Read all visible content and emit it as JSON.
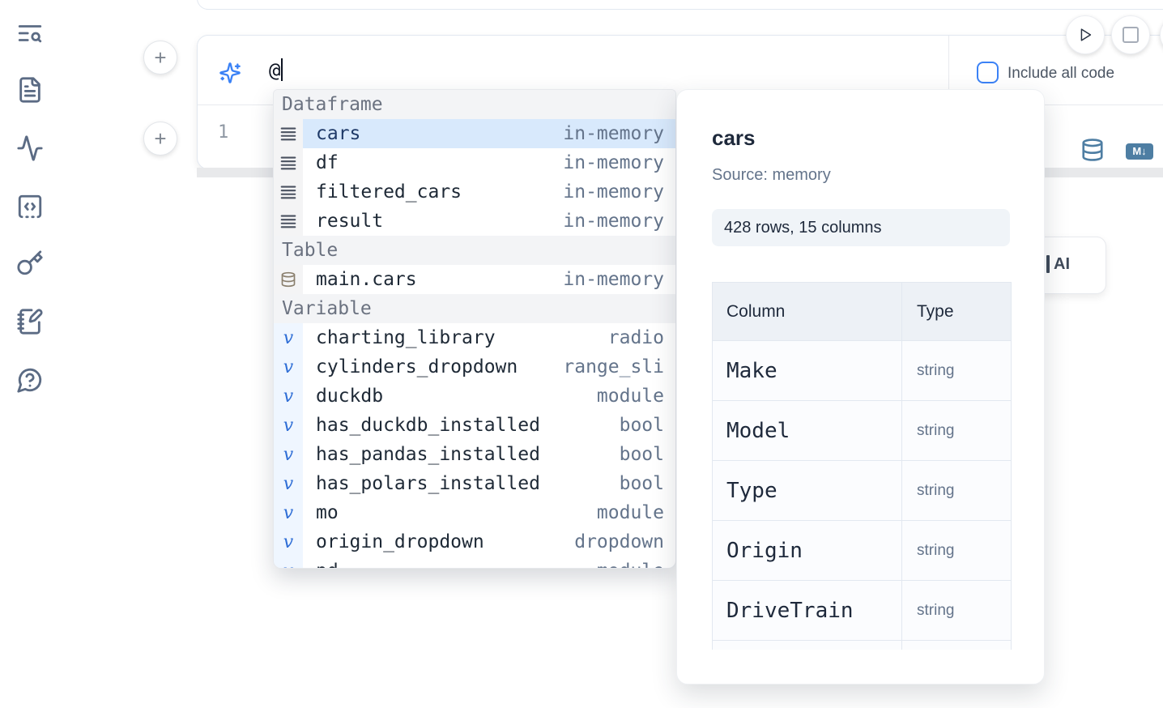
{
  "colors": {
    "accent_blue": "#3b82f6",
    "steel_blue_icons": "#4e7ea3",
    "selected_item_bg": "#d8e9fc"
  },
  "sidebar": {
    "icons": [
      "text-search-icon",
      "file-text-icon",
      "activity-icon",
      "snippets-code-icon",
      "key-icon",
      "notebook-pen-icon",
      "help-chat-icon"
    ]
  },
  "toolbar": {
    "add_cell_glyph": "+"
  },
  "ai": {
    "prompt_value": "@",
    "include_all_code_label": "Include all code",
    "include_all_code_checked": false,
    "partial_button_visible_label": "AI"
  },
  "editor": {
    "line_number": "1",
    "markdown_badge_label": "M↓"
  },
  "completion": {
    "variable_icon_glyph": "v",
    "sections": [
      {
        "label": "Dataframe",
        "kind": "dataframe",
        "items": [
          {
            "name": "cars",
            "detail": "in-memory",
            "selected": true
          },
          {
            "name": "df",
            "detail": "in-memory"
          },
          {
            "name": "filtered_cars",
            "detail": "in-memory"
          },
          {
            "name": "result",
            "detail": "in-memory"
          }
        ]
      },
      {
        "label": "Table",
        "kind": "table",
        "items": [
          {
            "name": "main.cars",
            "detail": "in-memory"
          }
        ]
      },
      {
        "label": "Variable",
        "kind": "variable",
        "items": [
          {
            "name": "charting_library",
            "detail": "radio"
          },
          {
            "name": "cylinders_dropdown",
            "detail": "range_sli"
          },
          {
            "name": "duckdb",
            "detail": "module"
          },
          {
            "name": "has_duckdb_installed",
            "detail": "bool"
          },
          {
            "name": "has_pandas_installed",
            "detail": "bool"
          },
          {
            "name": "has_polars_installed",
            "detail": "bool"
          },
          {
            "name": "mo",
            "detail": "module"
          },
          {
            "name": "origin_dropdown",
            "detail": "dropdown"
          },
          {
            "name": "pd",
            "detail": "module",
            "clipped": true
          }
        ]
      }
    ]
  },
  "preview": {
    "title": "cars",
    "source_label": "Source: memory",
    "shape_badge": "428 rows, 15 columns",
    "table": {
      "headers": [
        "Column",
        "Type"
      ],
      "rows": [
        [
          "Make",
          "string"
        ],
        [
          "Model",
          "string"
        ],
        [
          "Type",
          "string"
        ],
        [
          "Origin",
          "string"
        ],
        [
          "DriveTrain",
          "string"
        ]
      ]
    }
  }
}
